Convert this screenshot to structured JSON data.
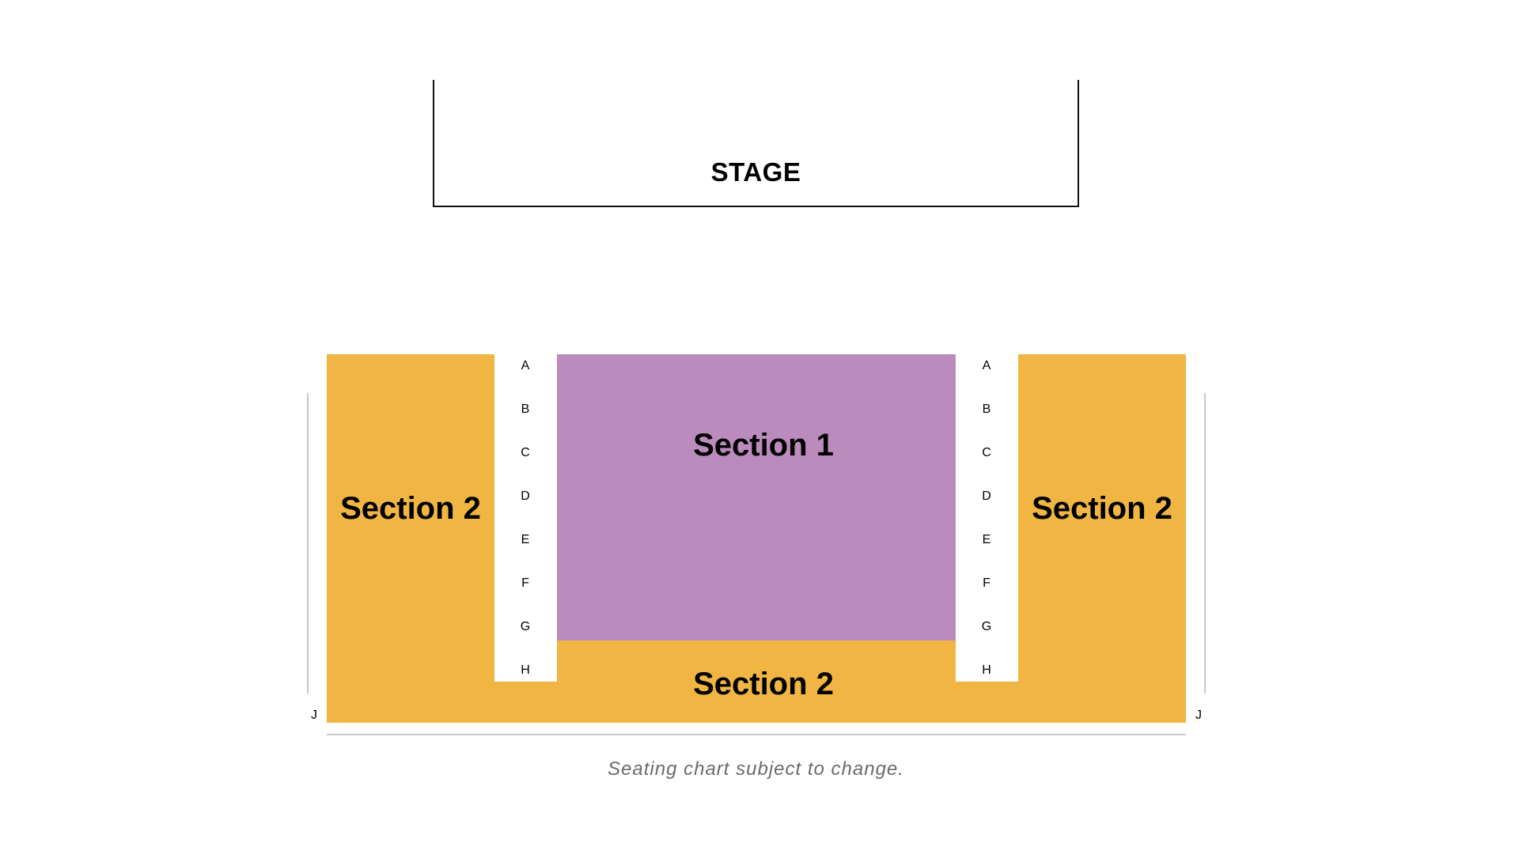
{
  "stage": {
    "label": "STAGE"
  },
  "sections": {
    "section1": {
      "label": "Section 1",
      "color": "#BC8BBE"
    },
    "section2_left": {
      "label": "Section 2",
      "color": "#F1B544"
    },
    "section2_right": {
      "label": "Section 2",
      "color": "#F1B544"
    },
    "section2_bottom": {
      "label": "Section 2",
      "color": "#F1B544"
    }
  },
  "rows": {
    "left_aisle": [
      "A",
      "B",
      "C",
      "D",
      "E",
      "F",
      "G",
      "H"
    ],
    "right_aisle": [
      "A",
      "B",
      "C",
      "D",
      "E",
      "F",
      "G",
      "H"
    ],
    "back_row_left": "J",
    "back_row_right": "J"
  },
  "caption": "Seating chart subject to change."
}
